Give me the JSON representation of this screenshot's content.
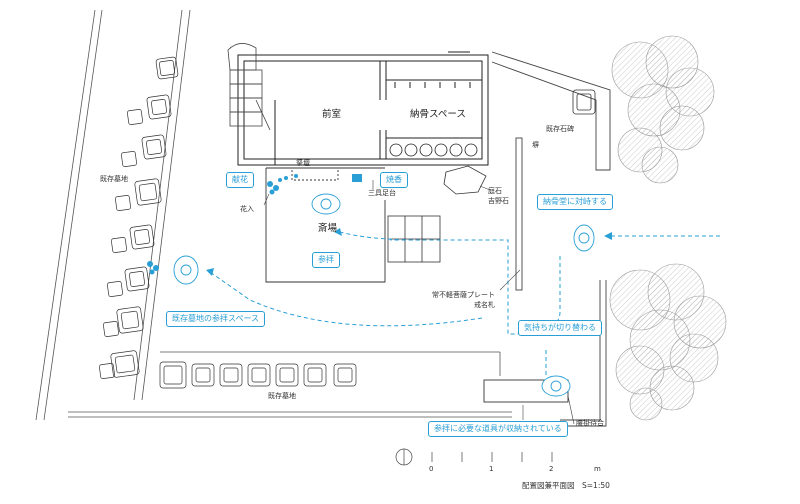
{
  "rooms": {
    "front_room": "前室",
    "ossuary_space": "納骨スペース",
    "ritual_area": "斎場"
  },
  "labels": {
    "existing_graves_left": "既存墓地",
    "existing_graves_bottom": "既存墓地",
    "existing_stone_monument": "既存石碑",
    "fence": "塀",
    "altar": "祭壇",
    "tripod": "三具足台",
    "flower_stand": "花入",
    "garden_stone": "庭石",
    "yoshino_stone": "吉野石",
    "permanent_plate": "常不軽菩薩プレート",
    "posthumous_name_tag": "戒名札",
    "bench": "腰掛待合"
  },
  "callouts": {
    "flower_offering": "献花",
    "incense": "焼香",
    "worship": "参拝",
    "face_ossuary": "納骨堂に対峙する",
    "grave_route": "既存墓地の参拝スペース",
    "mood_shift": "気持ちが切り替わる",
    "storage": "参拝に必要な道具が収納されている"
  },
  "scale": {
    "ticks": [
      "0",
      "1",
      "2",
      "m"
    ],
    "title": "配置図兼平面図　S=1:50"
  },
  "colors": {
    "accent": "#2a9fd6",
    "line": "#222222",
    "tree": "#bbbbbb"
  }
}
